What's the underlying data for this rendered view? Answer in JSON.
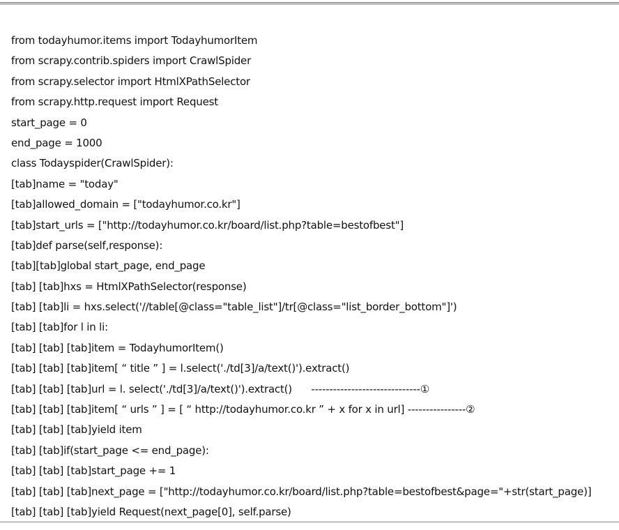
{
  "code_lines": [
    "from todayhumor.items import TodayhumorItem",
    "from scrapy.contrib.spiders import CrawlSpider",
    "from scrapy.selector import HtmlXPathSelector",
    "from scrapy.http.request import Request",
    "start_page = 0",
    "end_page = 1000",
    "class Todayspider(CrawlSpider):",
    "[tab]name = \"today\"",
    "[tab]allowed_domain = [\"todayhumor.co.kr\"]",
    "[tab]start_urls = [\"http://todayhumor.co.kr/board/list.php?table=bestofbest\"]",
    "[tab]def parse(self,response):",
    "[tab][tab]global start_page, end_page",
    "[tab] [tab]hxs = HtmlXPathSelector(response)",
    "[tab] [tab]li = hxs.select('//table[@class=\"table_list\"]/tr[@class=\"list_border_bottom\"]')",
    "[tab] [tab]for l in li:",
    "[tab] [tab] [tab]item = TodayhumorItem()",
    "[tab] [tab] [tab]item[ “ title ” ] = l.select('./td[3]/a/text()').extract()",
    "[tab] [tab] [tab]url = l. select('./td[3]/a/text()').extract()      ------------------------------①",
    "[tab] [tab] [tab]item[ “ urls ” ] = [ “ http://todayhumor.co.kr ” + x for x in url] ----------------②",
    "[tab] [tab] [tab]yield item",
    "[tab] [tab]if(start_page <= end_page):",
    "[tab] [tab] [tab]start_page += 1",
    "[tab] [tab] [tab]next_page = [\"http://todayhumor.co.kr/board/list.php?table=bestofbest&page=\"+str(start_page)]",
    "[tab] [tab] [tab]yield Request(next_page[0], self.parse)"
  ]
}
